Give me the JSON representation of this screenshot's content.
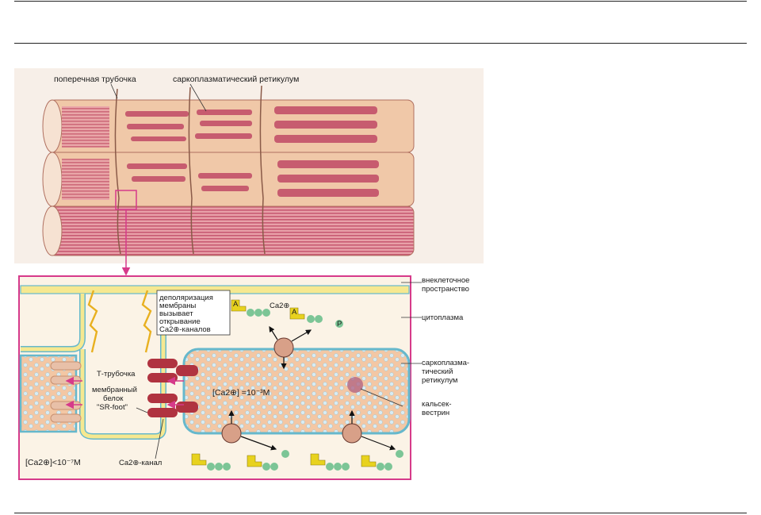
{
  "colors": {
    "fiber": "#f0c8a8",
    "fiber_stripe": "#d8607a",
    "sr_channel": "#c04a66",
    "panel_border": "#d63a8a",
    "membrane_yellow": "#f6e890",
    "membrane_blue": "#66b8cc",
    "channel_red": "#b03340",
    "atp_yellow": "#e8d21e",
    "phosphate_green": "#7cc596",
    "calsequestrin": "#b06080"
  },
  "labels": {
    "t_tubule_top": "поперечная трубочка",
    "sr_top": "саркоплазматический ретикулум",
    "extracellular": [
      "внеклеточное",
      "пространство"
    ],
    "cytoplasm": "цитоплазма",
    "sr_right": [
      "саркоплазма-",
      "тический",
      "ретикулум"
    ],
    "calsequestrin": [
      "кальсек-",
      "вестрин"
    ],
    "depolarization": [
      "деполяризация",
      "мембраны",
      "вызывает",
      "открывание",
      "Ca2⊕-каналов"
    ],
    "t_tubule_inner": "Т-трубочка",
    "membrane_protein": [
      "мембранный",
      "белок",
      "\"SR-foot\""
    ],
    "ca_channel": "Ca2⊕-канал",
    "ca_ion": "Ca2⊕",
    "ca_conc_high": "[Ca2⊕] =10⁻³М",
    "ca_conc_low": "[Ca2⊕]<10⁻⁷М",
    "atp_a": "A",
    "atp_p": "P",
    "pi": "P"
  },
  "icons": [
    "atp-icon",
    "phosphate-icon",
    "ca-pump-icon",
    "arrow-icon"
  ]
}
